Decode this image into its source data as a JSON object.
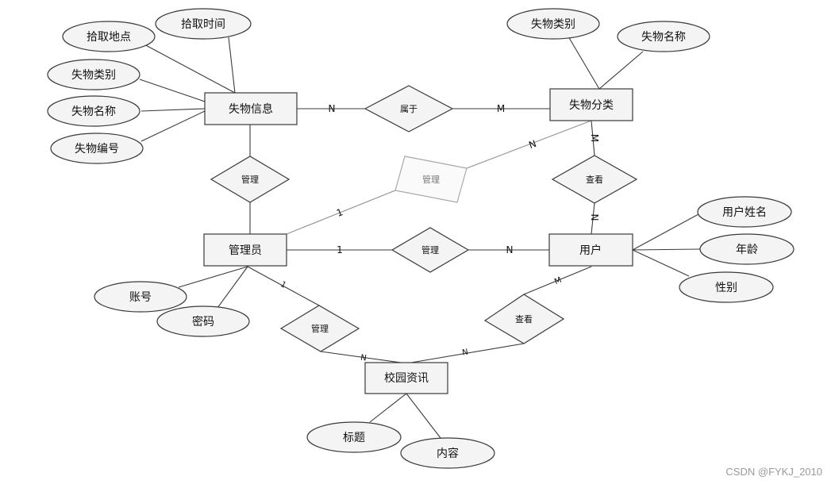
{
  "entities": {
    "lost_item_info": "失物信息",
    "lost_item_category": "失物分类",
    "admin": "管理员",
    "user": "用户",
    "campus_news": "校园资讯"
  },
  "attributes": {
    "pickup_place": "拾取地点",
    "pickup_time": "拾取时间",
    "info_category": "失物类别",
    "info_name": "失物名称",
    "info_number": "失物编号",
    "cat_category": "失物类别",
    "cat_name": "失物名称",
    "account": "账号",
    "password": "密码",
    "user_name": "用户姓名",
    "age": "年龄",
    "gender": "性别",
    "title": "标题",
    "content": "内容"
  },
  "relationships": {
    "belongs": "属于",
    "manage_info": "管理",
    "manage_category": "管理",
    "manage_user": "管理",
    "view_category": "查看",
    "manage_news": "管理",
    "view_news": "查看"
  },
  "cardinalities": {
    "belongs_info": "N",
    "belongs_category": "M",
    "admin_to_category": "1",
    "category_from_admin": "N",
    "category_view": "M",
    "user_view_category": "N",
    "admin_user": "1",
    "user_admin": "N",
    "user_view_news": "M",
    "news_from_user": "N",
    "admin_manage_news": "1",
    "news_from_admin": "N"
  },
  "watermark": "CSDN @FYKJ_2010"
}
